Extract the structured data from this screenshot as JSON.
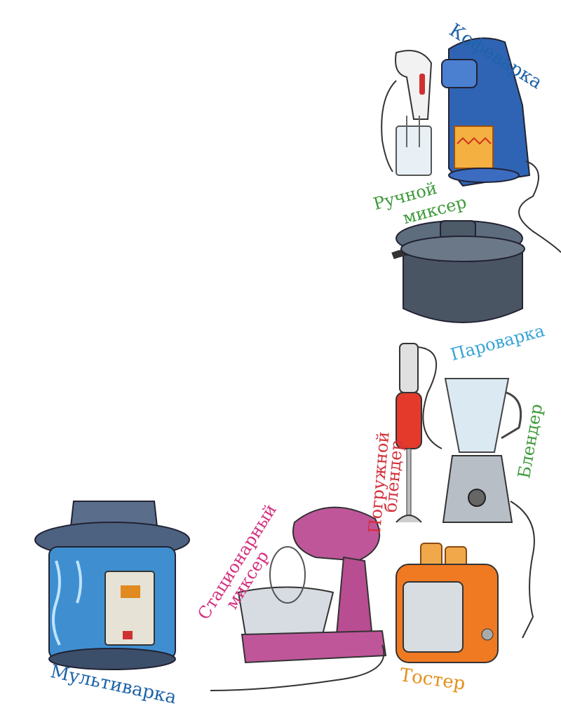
{
  "labels": {
    "coffee_maker": "Кофеварка",
    "hand_mixer_line1": "Ручной",
    "hand_mixer_line2": "миксер",
    "steamer": "Пароварка",
    "immersion_blender_line1": "Погружной",
    "immersion_blender_line2": "блендер",
    "blender": "Блендер",
    "stand_mixer_line1": "Стационарный",
    "stand_mixer_line2": "миксер",
    "multicooker": "Мультиварка",
    "toaster": "Тостер"
  },
  "colors": {
    "coffee_maker": "#1d63a8",
    "hand_mixer": "#3d9a3a",
    "steamer": "#36a3d6",
    "immersion_blender": "#d2303a",
    "blender": "#3d9a3a",
    "stand_mixer": "#d4307e",
    "multicooker": "#1d63a8",
    "toaster": "#e5901c"
  }
}
